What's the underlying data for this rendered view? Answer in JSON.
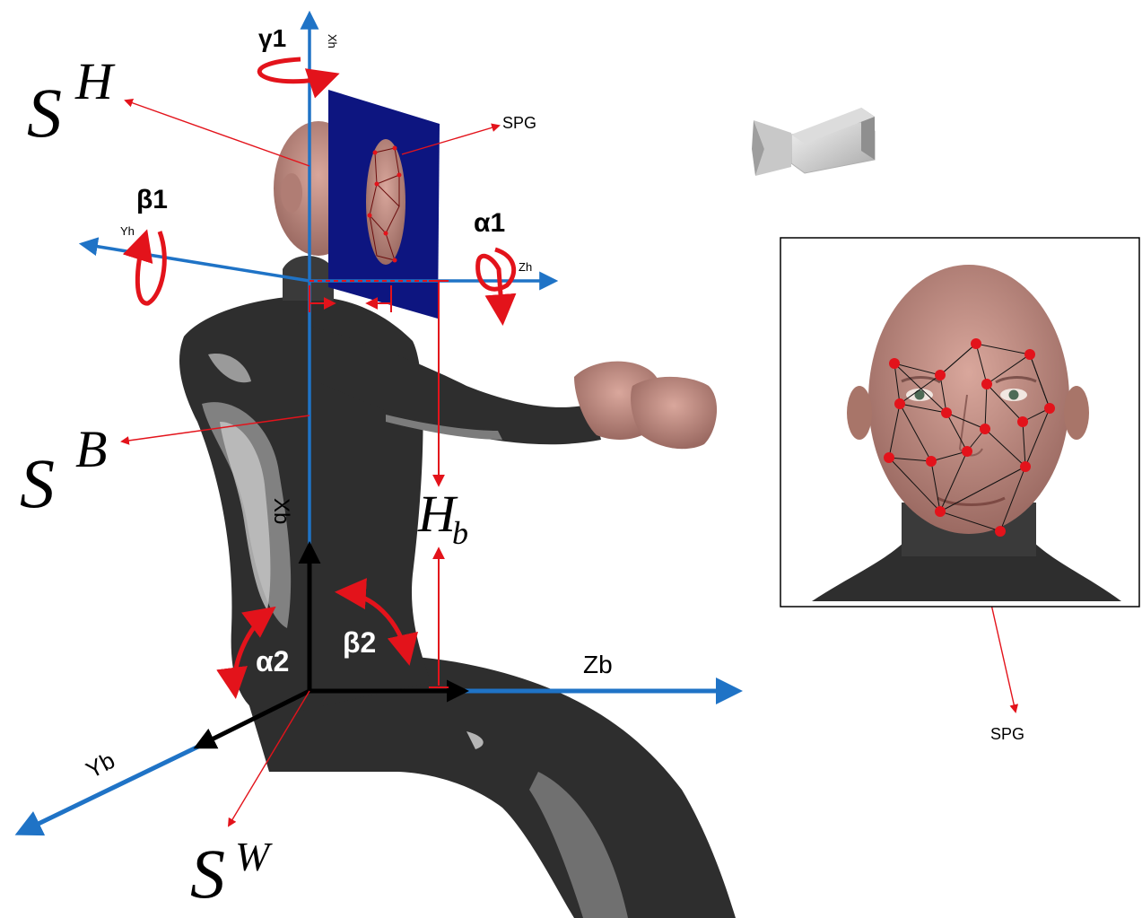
{
  "labels": {
    "s_h_base": "S",
    "s_h_sup": "H",
    "s_b_base": "S",
    "s_b_sup": "B",
    "s_w_base": "S",
    "s_w_sup": "W",
    "h_b_base": "H",
    "h_b_sub": "b",
    "gamma1": "γ1",
    "beta1": "β1",
    "alpha1": "α1",
    "alpha2": "α2",
    "beta2": "β2",
    "xh": "Xh",
    "yh": "Yh",
    "zh": "Zh",
    "xb": "Xb",
    "yb": "Yb",
    "zb": "Zb",
    "spg_top": "SPG",
    "spg_bottom": "SPG"
  },
  "colors": {
    "axis_blue": "#1f73c6",
    "arrow_red": "#e3131b",
    "panel_navy": "#0d1580",
    "body_dark": "#2e2e2e",
    "skin": "#c9928a"
  },
  "icons": {
    "camera": "camera-icon"
  }
}
